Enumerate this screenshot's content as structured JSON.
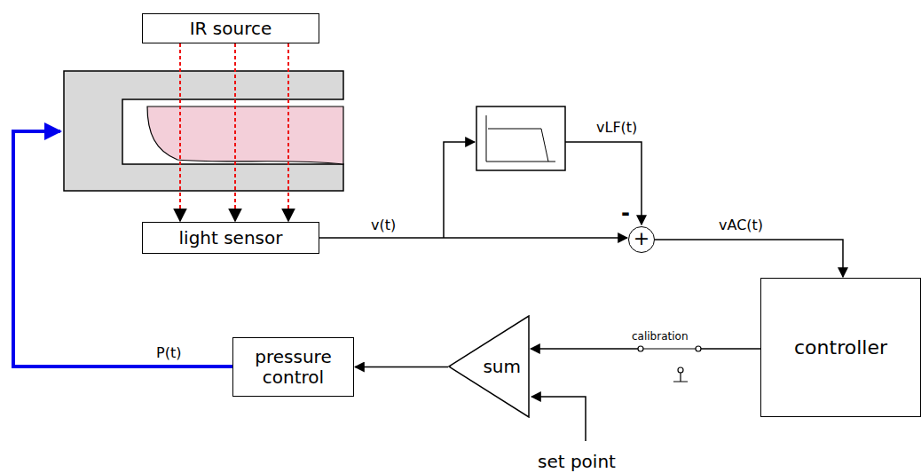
{
  "diagram": {
    "nodes": [
      {
        "text": [
          "IR source"
        ]
      },
      {
        "text": [
          "light sensor"
        ]
      },
      {
        "text": [
          "+"
        ]
      },
      {
        "text": [
          "controller"
        ]
      },
      {
        "text": [
          "sum"
        ]
      },
      {
        "text": [
          "pressure control"
        ]
      }
    ],
    "edges": [
      {
        "from": 0,
        "to": 1,
        "arrow": "to"
      },
      {
        "from": 0,
        "to": 1,
        "arrow": "to"
      },
      {
        "from": 0,
        "to": 1,
        "arrow": "to"
      },
      {
        "from": 1,
        "to": 2,
        "label": "v(t)",
        "arrow": "to"
      },
      {
        "from": 2,
        "to": 3,
        "label": "vAC(t)",
        "arrow": "to"
      },
      {
        "from": 3,
        "to": 4,
        "arrow": "to"
      },
      {
        "from": 4,
        "to": 5,
        "arrow": "to"
      }
    ],
    "labels": [
      "vLF(t)",
      "-",
      "calibration",
      "P(t)",
      "set point"
    ]
  }
}
